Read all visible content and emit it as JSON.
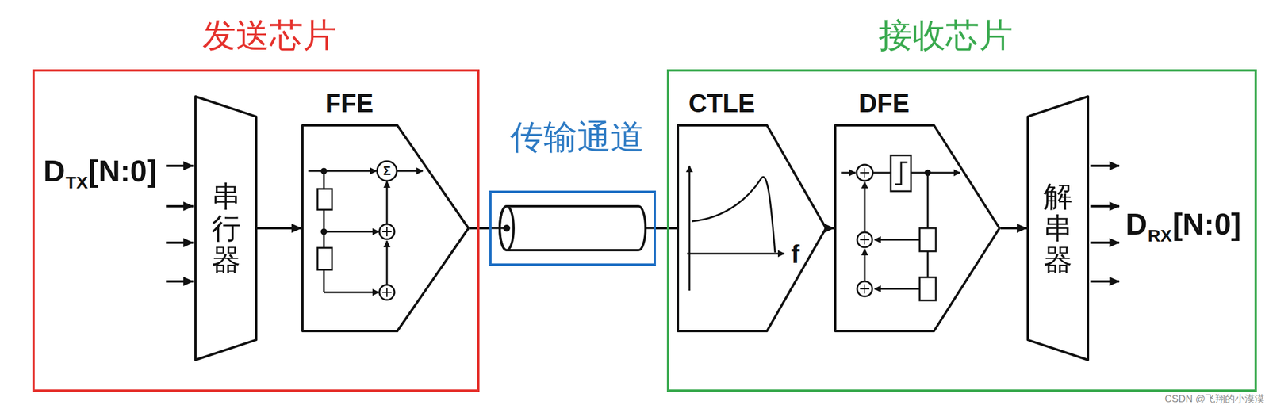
{
  "diagram": {
    "nodes": [
      {
        "text": [
          "发送芯片"
        ]
      },
      {
        "text": [
          "串行器"
        ],
        "in": 0
      },
      {
        "text": [
          "FFE"
        ],
        "in": 0
      },
      {
        "text": [
          "传输通道"
        ]
      },
      {
        "text": [
          "接收芯片"
        ]
      },
      {
        "text": [
          "CTLE"
        ],
        "in": 4
      },
      {
        "text": [
          "DFE"
        ],
        "in": 4
      },
      {
        "text": [
          "解串器"
        ],
        "in": 4
      }
    ],
    "edges": [
      {
        "from": 1,
        "to": 2,
        "arrow": "to"
      },
      {
        "from": 2,
        "to": 3,
        "arrow": "none"
      },
      {
        "from": 3,
        "to": 5,
        "arrow": "none"
      },
      {
        "from": 5,
        "to": 6,
        "arrow": "to"
      },
      {
        "from": 6,
        "to": 7,
        "arrow": "to"
      }
    ],
    "labels": [
      "D",
      "TX",
      "[N:0]",
      "Σ",
      "f",
      "D",
      "RX",
      "[N:0]",
      "CSDN @飞翔的小漠漠"
    ]
  }
}
